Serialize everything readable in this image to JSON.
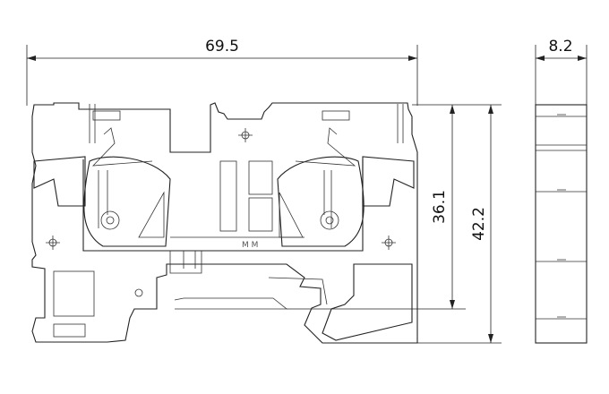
{
  "dimensions": {
    "width": "69.5",
    "thickness": "8.2",
    "height_to_rail": "36.1",
    "overall_height": "42.2"
  },
  "colors": {
    "line": "#222222",
    "background": "#ffffff"
  }
}
